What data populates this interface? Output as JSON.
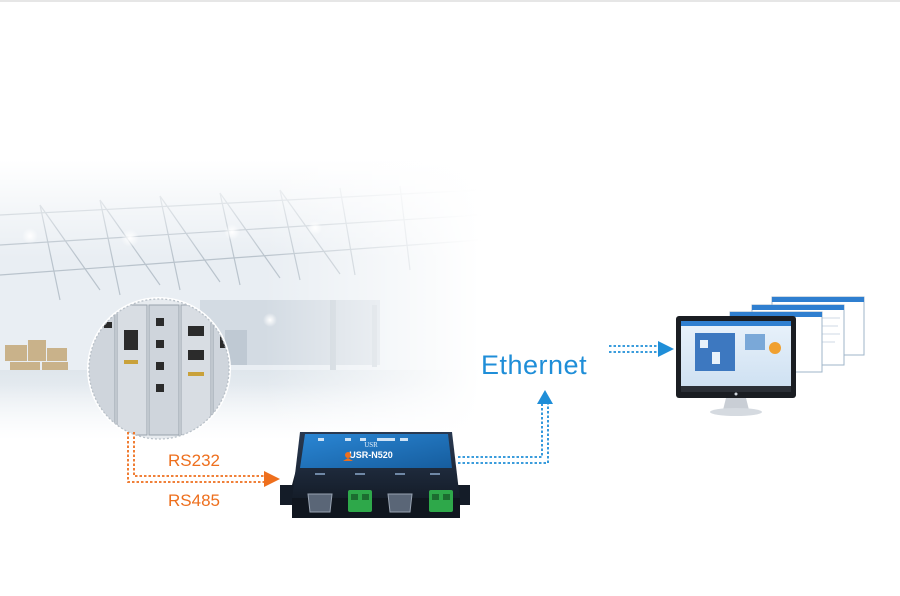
{
  "labels": {
    "rs232": "RS232",
    "rs485": "RS485",
    "ethernet": "Ethernet"
  },
  "device": {
    "brand": "USR",
    "model": "USR-N520"
  },
  "colors": {
    "serial_arrow": "#ee6f1d",
    "ethernet_arrow": "#1f8ed8",
    "device_body": "#1d2a3d",
    "device_panel": "#1f6fb7",
    "terminal_green": "#2ea84a"
  },
  "icons": {
    "warehouse": "warehouse-photo",
    "cabinet": "electrical-cabinet-photo",
    "device": "serial-server-device",
    "monitor": "computer-monitor-icon"
  }
}
